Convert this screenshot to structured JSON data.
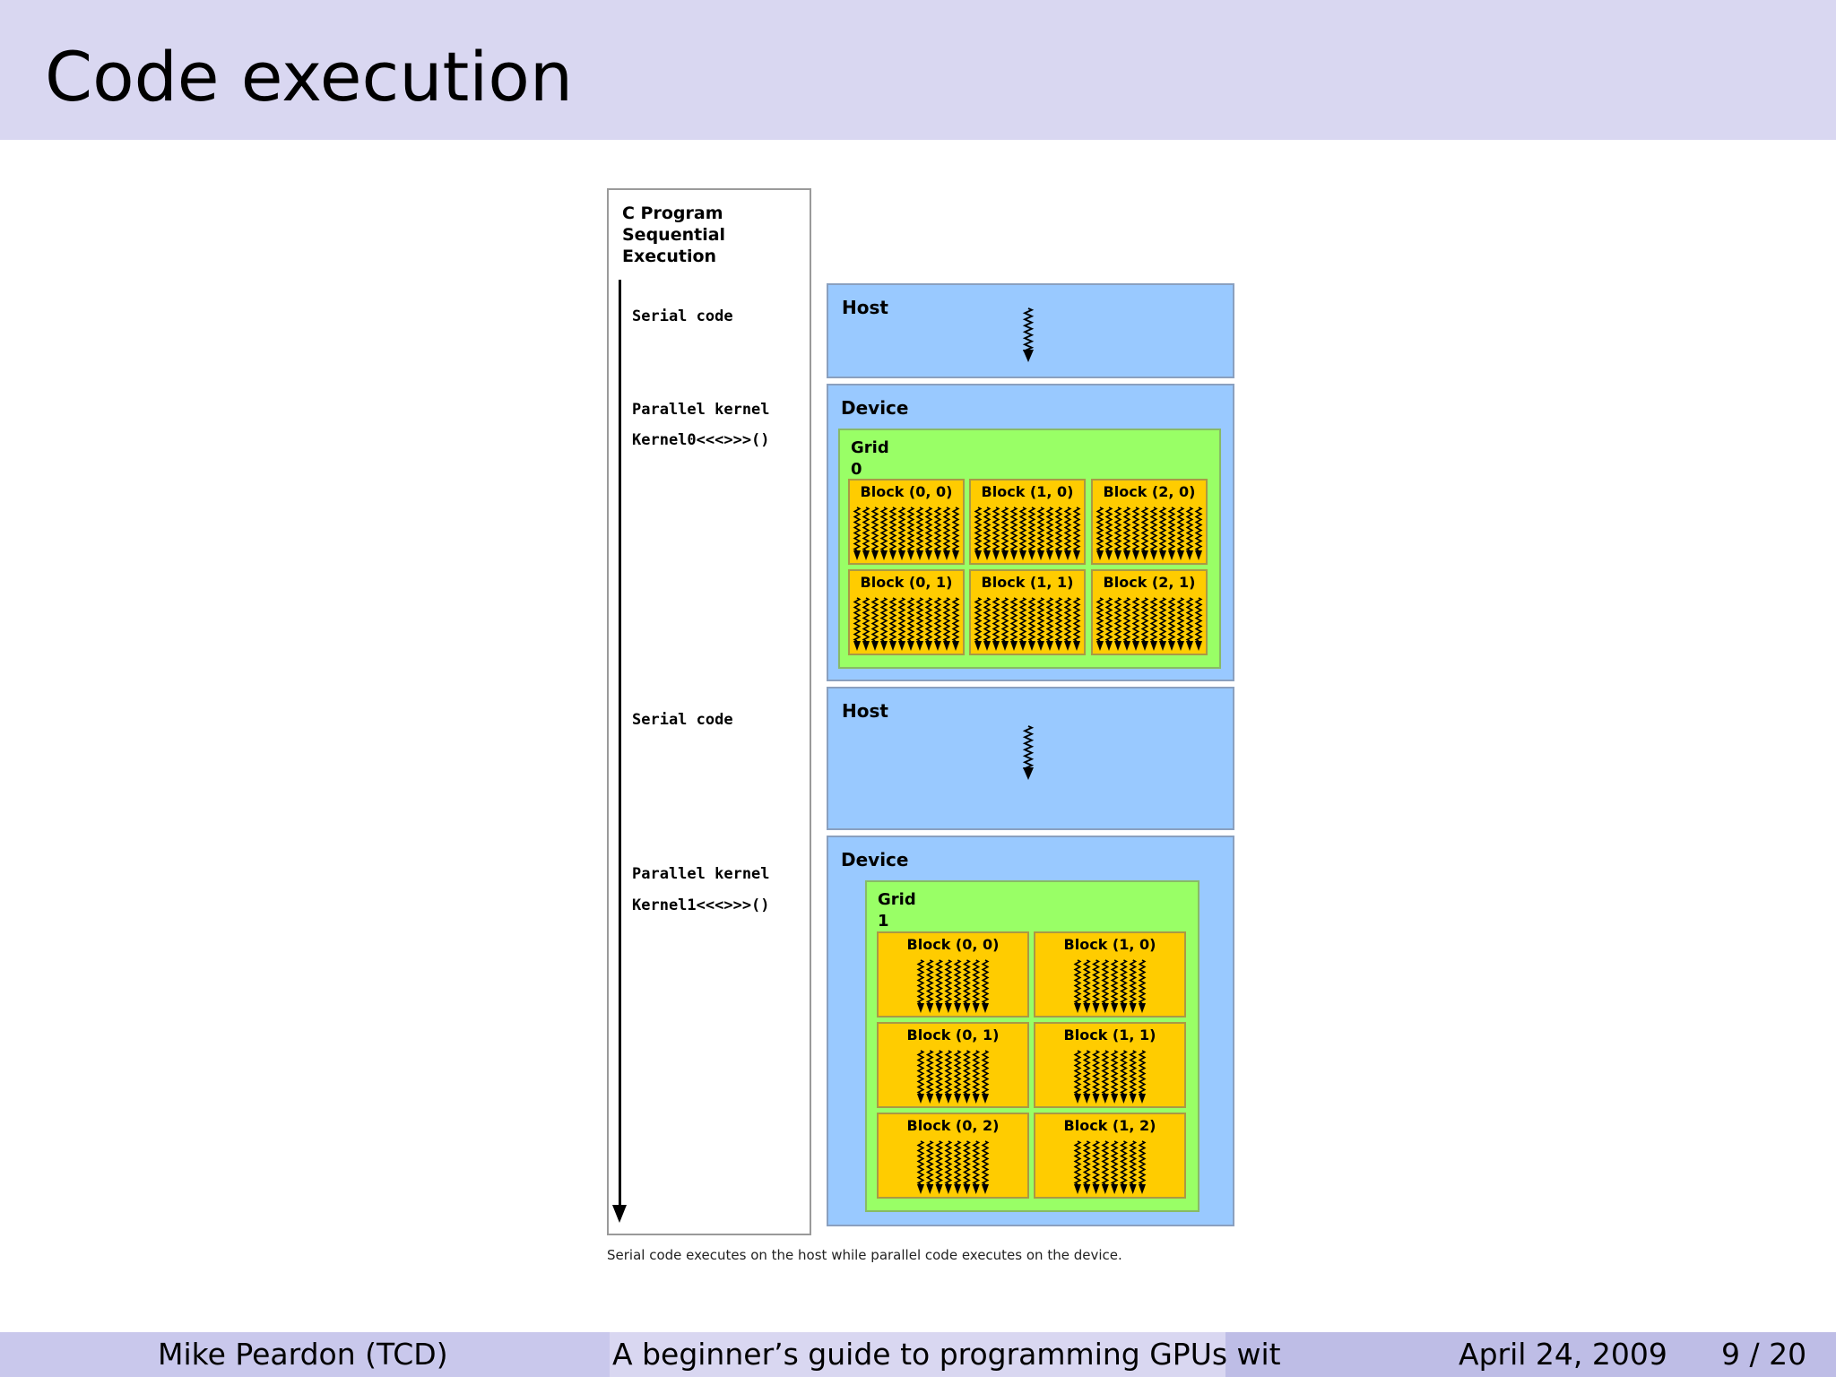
{
  "slide": {
    "title": "Code execution"
  },
  "diagram": {
    "program_title": [
      "C Program",
      "Sequential",
      "Execution"
    ],
    "code_labels": [
      [
        "Serial code"
      ],
      [
        "Parallel kernel",
        "Kernel0<<<>>>()"
      ],
      [
        "Serial code"
      ],
      [
        "Parallel kernel",
        "Kernel1<<<>>>()"
      ]
    ],
    "host_label": "Host",
    "device_label": "Device",
    "grids": [
      {
        "label": "Grid 0",
        "blocks": [
          [
            "Block (0, 0)",
            "Block (1, 0)",
            "Block (2, 0)"
          ],
          [
            "Block (0, 1)",
            "Block (1, 1)",
            "Block (2, 1)"
          ]
        ]
      },
      {
        "label": "Grid 1",
        "blocks": [
          [
            "Block (0, 0)",
            "Block (1, 0)"
          ],
          [
            "Block (0, 1)",
            "Block (1, 1)"
          ],
          [
            "Block (0, 2)",
            "Block (1, 2)"
          ]
        ]
      }
    ],
    "caption": "Serial code executes on the host while parallel code executes on the device.",
    "colors": {
      "host_device": "#99c9ff",
      "grid": "#99ff66",
      "block": "#ffcc00"
    }
  },
  "footer": {
    "author": "Mike Peardon  (TCD)",
    "talk_title": "A beginner’s guide to programming GPUs wit",
    "date": "April 24, 2009",
    "page": "9 / 20"
  }
}
